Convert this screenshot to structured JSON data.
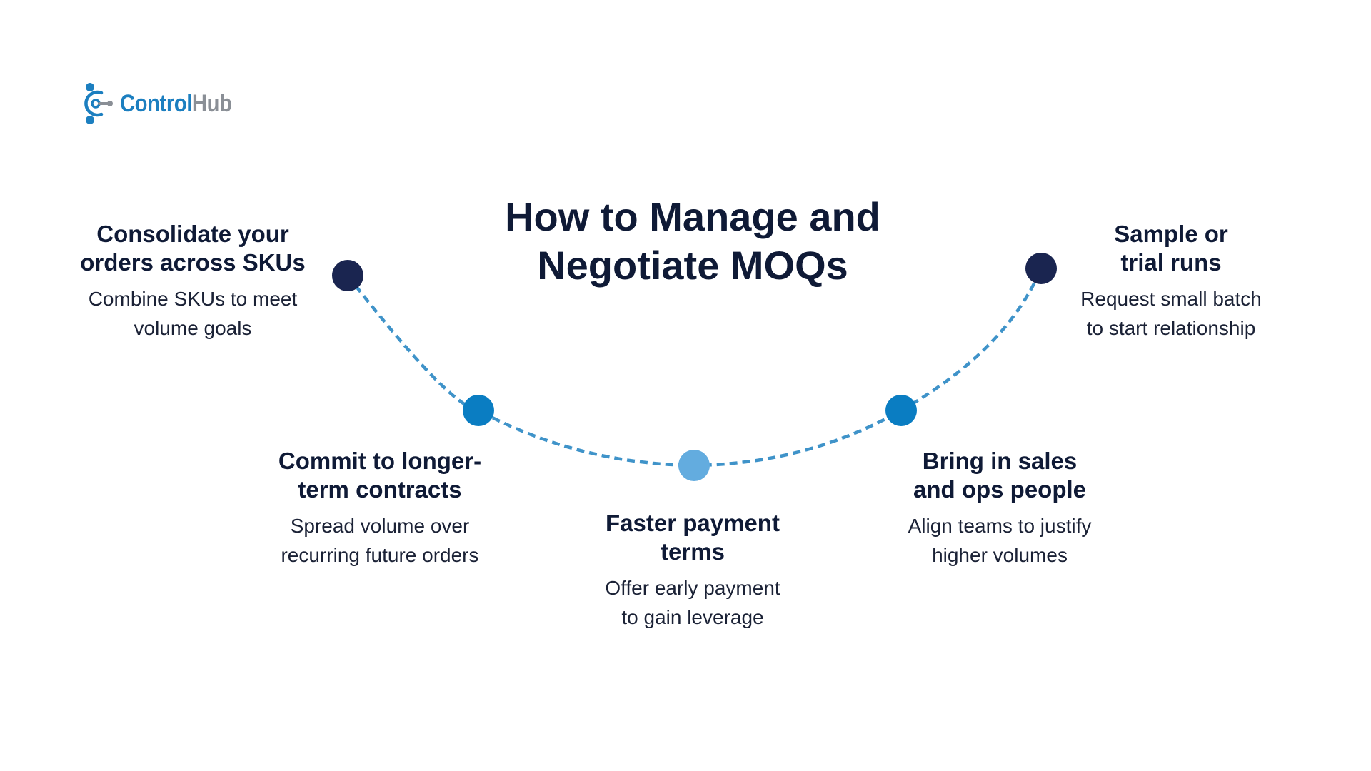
{
  "brand": {
    "name_part1": "Control",
    "name_part2": "Hub",
    "colors": {
      "primary": "#1c7fc0",
      "secondary": "#8a8f96"
    }
  },
  "title": {
    "line1": "How to Manage and",
    "line2": "Negotiate MOQs"
  },
  "steps": [
    {
      "heading": [
        "Consolidate your",
        "orders across SKUs"
      ],
      "description": [
        "Combine SKUs to meet",
        "volume goals"
      ],
      "dot_color": "#1a2550"
    },
    {
      "heading": [
        "Commit to longer-",
        "term contracts"
      ],
      "description": [
        "Spread volume over",
        "recurring future orders"
      ],
      "dot_color": "#0a7dc2"
    },
    {
      "heading": [
        "Faster payment",
        "terms"
      ],
      "description": [
        "Offer early payment",
        "to gain leverage"
      ],
      "dot_color": "#63acdf"
    },
    {
      "heading": [
        "Bring in sales",
        "and ops people"
      ],
      "description": [
        "Align teams to justify",
        "higher volumes"
      ],
      "dot_color": "#0a7dc2"
    },
    {
      "heading": [
        "Sample or",
        "trial runs"
      ],
      "description": [
        "Request small batch",
        "to start relationship"
      ],
      "dot_color": "#1a2550"
    }
  ],
  "curve_color": "#3f93c9"
}
